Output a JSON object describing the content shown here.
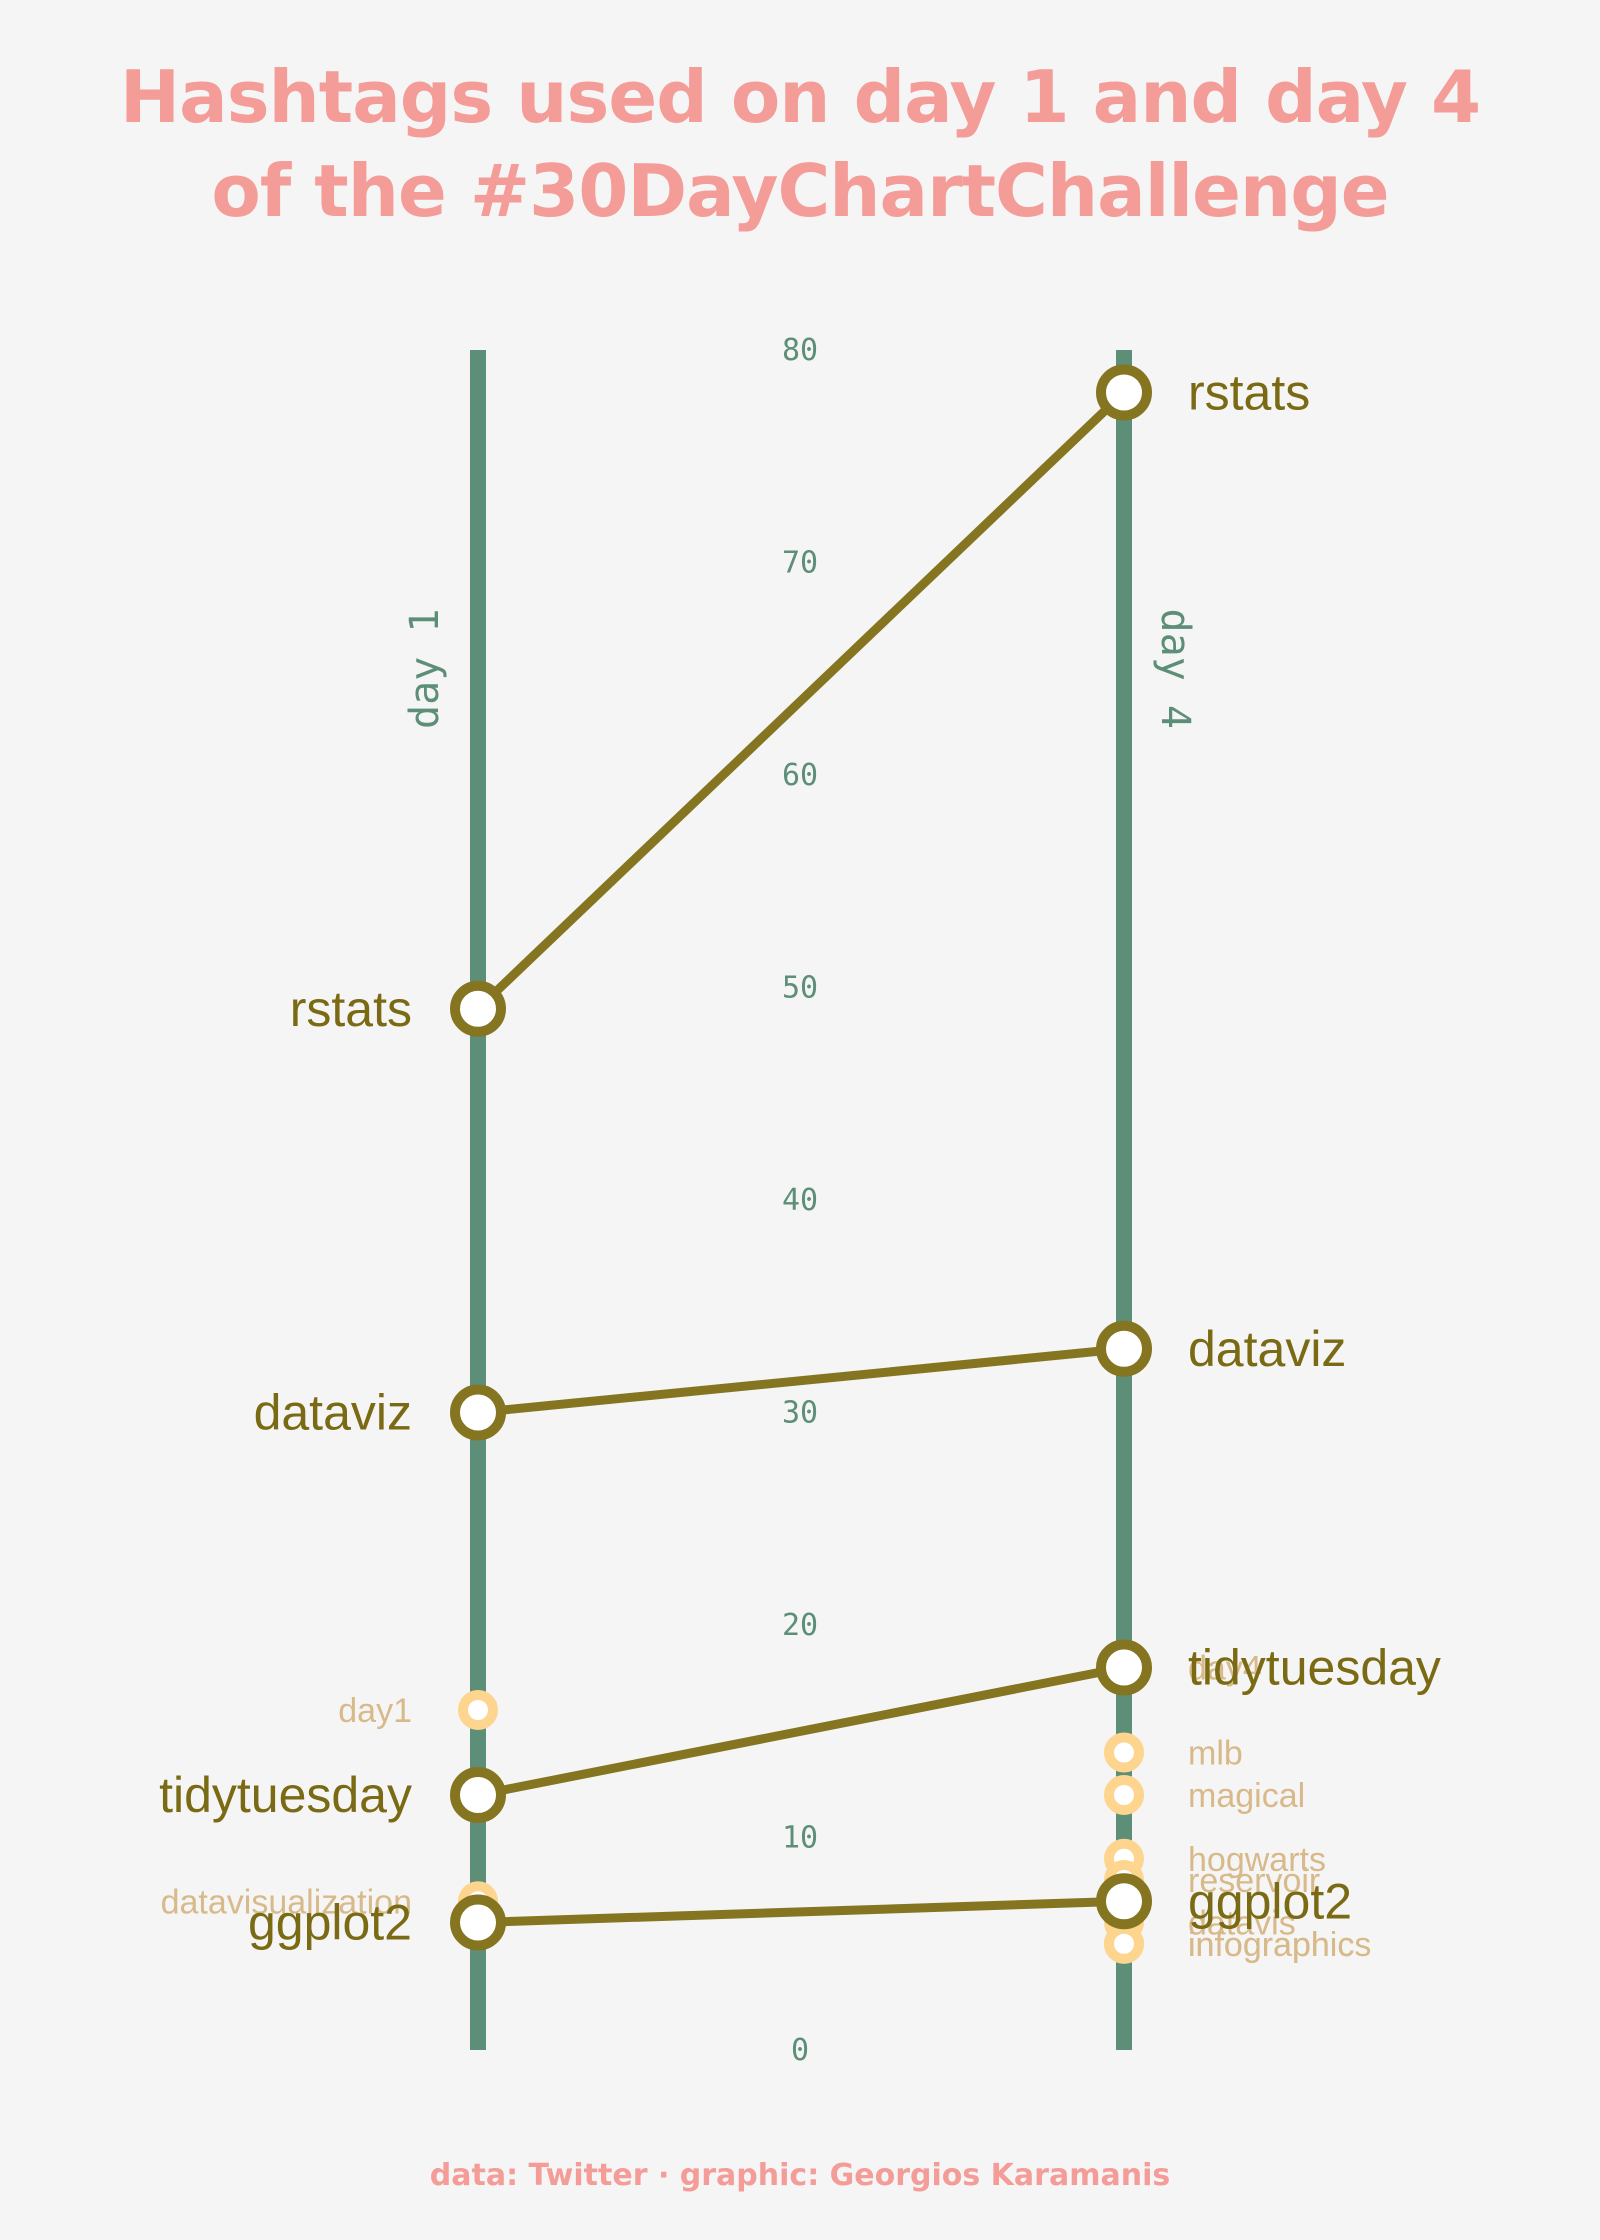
{
  "title": {
    "line1": "Hashtags used on day 1 and day 4",
    "line2": "of the #30DayChartChallenge"
  },
  "caption": "data: Twitter · graphic: Georgios Karamanis",
  "colors": {
    "background": "#f5f5f5",
    "title": "#f49c97",
    "axis": "#5d8e77",
    "major_line": "#857520",
    "major_label": "#7a6a14",
    "minor_point": "#fdd58e",
    "minor_label": "#d8b98a"
  },
  "chart_data": {
    "type": "slope",
    "title": "Hashtags used on day 1 and day 4 of the #30DayChartChallenge",
    "axis_labels": [
      "day 1",
      "day 4"
    ],
    "ylim": [
      0,
      80
    ],
    "yticks": [
      0,
      10,
      20,
      30,
      40,
      50,
      60,
      70,
      80
    ],
    "series": [
      {
        "name": "rstats",
        "day1": 49,
        "day4": 78
      },
      {
        "name": "dataviz",
        "day1": 30,
        "day4": 33
      },
      {
        "name": "tidytuesday",
        "day1": 12,
        "day4": 18
      },
      {
        "name": "ggplot2",
        "day1": 6,
        "day4": 7
      }
    ],
    "day1_only": [
      {
        "name": "day1",
        "value": 16
      },
      {
        "name": "datavisualization",
        "value": 7
      }
    ],
    "day4_only": [
      {
        "name": "day4",
        "value": 18
      },
      {
        "name": "mlb",
        "value": 14
      },
      {
        "name": "magical",
        "value": 12
      },
      {
        "name": "hogwarts",
        "value": 9
      },
      {
        "name": "reservoir",
        "value": 8
      },
      {
        "name": "datavis",
        "value": 6
      },
      {
        "name": "infographic",
        "value": 5
      },
      {
        "name": "infographics",
        "value": 5
      }
    ]
  }
}
